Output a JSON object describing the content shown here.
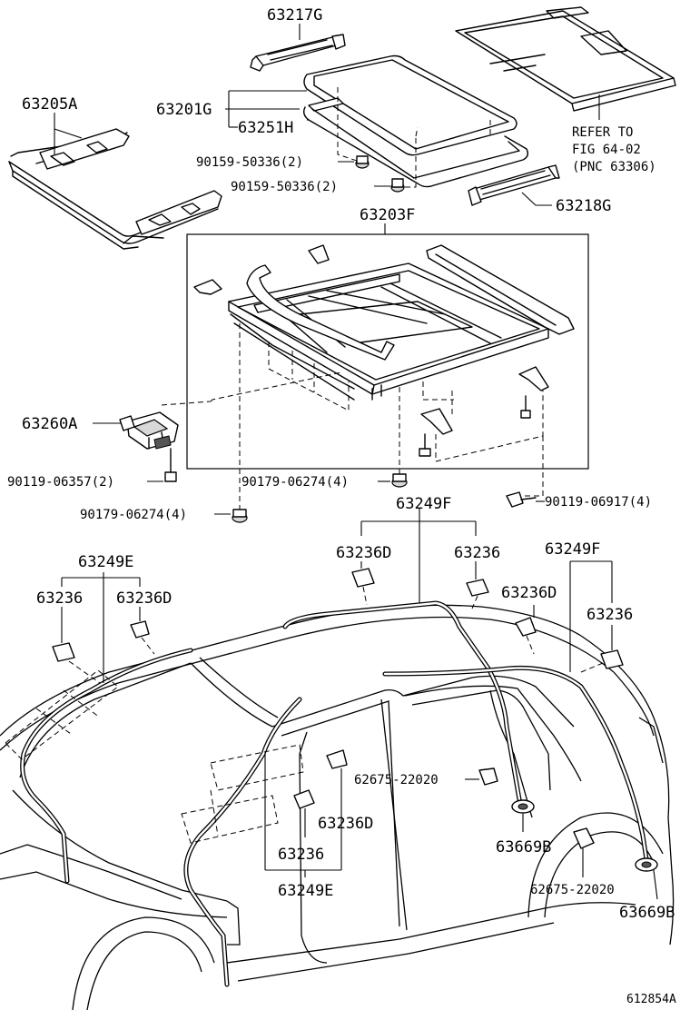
{
  "labels": {
    "p63217G": "63217G",
    "p63205A": "63205A",
    "p63201G": "63201G",
    "p63251H": "63251H",
    "bolt1": "90159-50336(2)",
    "bolt2": "90159-50336(2)",
    "refer1": "REFER TO",
    "refer2": "FIG 64-02",
    "refer3": "(PNC 63306)",
    "p63218G": "63218G",
    "p63203F": "63203F",
    "p63260A": "63260A",
    "screw1": "90119-06357(2)",
    "nut1": "90179-06274(4)",
    "nut2": "90179-06274(4)",
    "screw2": "90119-06917(4)",
    "p63249F_top": "63249F",
    "p63236D_a": "63236D",
    "p63236_a": "63236",
    "p63249F_r": "63249F",
    "p63249E_top": "63249E",
    "p63236_b": "63236",
    "p63236D_b": "63236D",
    "p63236D_c": "63236D",
    "p63236_c": "63236",
    "clip1": "62675-22020",
    "p63236D_d": "63236D",
    "p63236_d": "63236",
    "p63249E_bot": "63249E",
    "p63669B_a": "63669B",
    "clip2": "62675-22020",
    "p63669B_b": "63669B",
    "drawing_no": "612854A"
  }
}
